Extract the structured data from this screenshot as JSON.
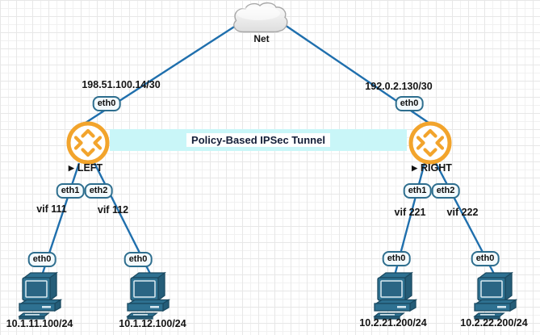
{
  "internet": {
    "label": "Net"
  },
  "tunnel": {
    "label": "Policy-Based IPSec Tunnel",
    "band_color": "#c9f6f8"
  },
  "routers": {
    "left": {
      "name": "LEFT",
      "wan_ip": "198.51.100.14/30",
      "wan_if": "eth0",
      "lan_if_1": "eth1",
      "lan_if_2": "eth2",
      "vif_1": "vif 111",
      "vif_2": "vif 112"
    },
    "right": {
      "name": "RIGHT",
      "wan_ip": "192.0.2.130/30",
      "wan_if": "eth0",
      "lan_if_1": "eth1",
      "lan_if_2": "eth2",
      "vif_1": "vif 221",
      "vif_2": "vif 222"
    }
  },
  "hosts": [
    {
      "interface": "eth0",
      "ip": "10.1.11.100/24"
    },
    {
      "interface": "eth0",
      "ip": "10.1.12.100/24"
    },
    {
      "interface": "eth0",
      "ip": "10.2.21.200/24"
    },
    {
      "interface": "eth0",
      "ip": "10.2.22.200/24"
    }
  ],
  "icons": {
    "node_marker": "▶"
  },
  "colors": {
    "link_blue": "#1f6fad",
    "router_orange": "#f2a42c",
    "host_steel_blue": "#2e7191",
    "badge_border": "#2e6e8e",
    "tunnel_band": "#c9f6f8"
  }
}
